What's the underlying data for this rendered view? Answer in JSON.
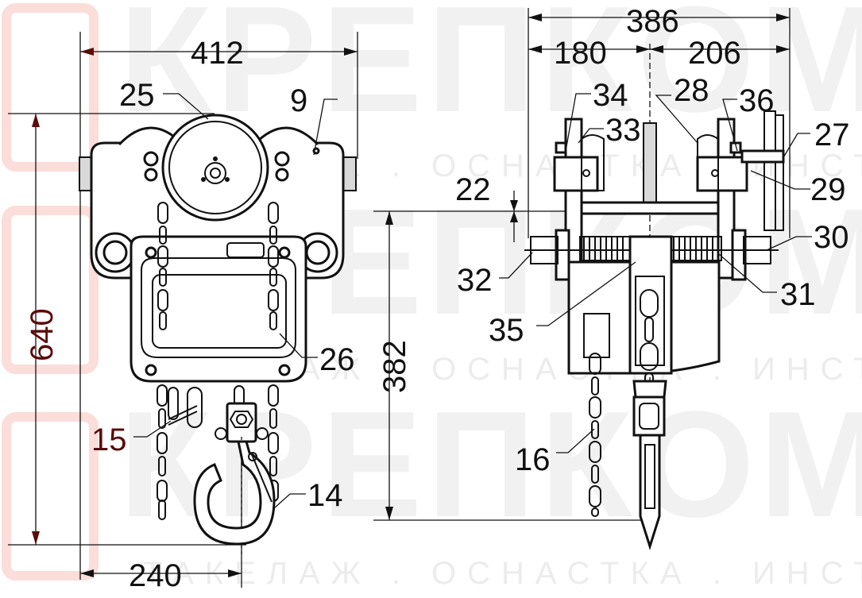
{
  "watermark": {
    "brand": "КРЕПКОМ",
    "tagline": "ТАКЕЛАЖ . ОСНАСТКА . ИНСТРУМЕНТ",
    "brand_color": "#e8452c"
  },
  "dimensions": {
    "front_width": "412",
    "front_height": "640",
    "hook_offset": "240",
    "side_width": "386",
    "side_left": "180",
    "side_right": "206",
    "beam_to_hook": "382"
  },
  "callouts": {
    "c25": "25",
    "c9": "9",
    "c26": "26",
    "c15": "15",
    "c14": "14",
    "c34": "34",
    "c33": "33",
    "c28": "28",
    "c36": "36",
    "c27": "27",
    "c22": "22",
    "c29": "29",
    "c30": "30",
    "c32": "32",
    "c31": "31",
    "c35": "35",
    "c16": "16"
  }
}
